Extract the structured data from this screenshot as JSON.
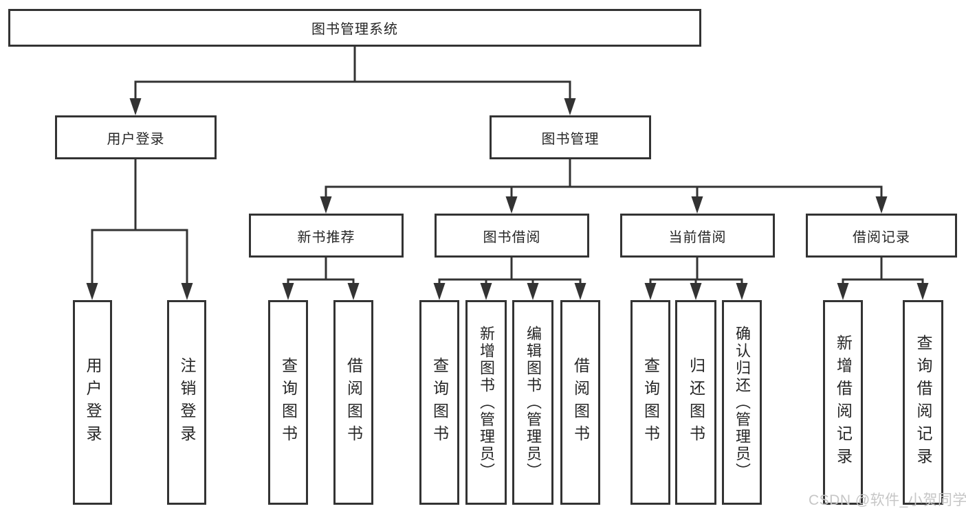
{
  "diagram": {
    "title": "图书管理系统",
    "nodes": {
      "root": {
        "label": "图书管理系统",
        "children": [
          "user_login",
          "book_mgmt"
        ]
      },
      "user_login": {
        "label": "用户登录",
        "children": [
          "ul_user_login",
          "ul_logout"
        ]
      },
      "book_mgmt": {
        "label": "图书管理",
        "children": [
          "new_book_rec",
          "book_borrow",
          "current_borrow",
          "borrow_records"
        ]
      },
      "new_book_rec": {
        "label": "新书推荐",
        "children": [
          "nr_query_book",
          "nr_borrow_book"
        ]
      },
      "book_borrow": {
        "label": "图书借阅",
        "children": [
          "bb_query_book",
          "bb_add_book",
          "bb_edit_book",
          "bb_borrow_book"
        ]
      },
      "current_borrow": {
        "label": "当前借阅",
        "children": [
          "cb_query_book",
          "cb_return_book",
          "cb_confirm_return"
        ]
      },
      "borrow_records": {
        "label": "借阅记录",
        "children": [
          "br_add_record",
          "br_query_record"
        ]
      },
      "ul_user_login": {
        "label": "用户登录"
      },
      "ul_logout": {
        "label": "注销登录"
      },
      "nr_query_book": {
        "label": "查询图书"
      },
      "nr_borrow_book": {
        "label": "借阅图书"
      },
      "bb_query_book": {
        "label": "查询图书"
      },
      "bb_add_book": {
        "label": "新增图书（管理员）"
      },
      "bb_edit_book": {
        "label": "编辑图书（管理员）"
      },
      "bb_borrow_book": {
        "label": "借阅图书"
      },
      "cb_query_book": {
        "label": "查询图书"
      },
      "cb_return_book": {
        "label": "归还图书"
      },
      "cb_confirm_return": {
        "label": "确认归还（管理员）"
      },
      "br_add_record": {
        "label": "新增借阅记录"
      },
      "br_query_record": {
        "label": "查询借阅记录"
      }
    },
    "watermark": "CSDN @软件_小贺同学",
    "colors": {
      "line": "#333333",
      "text": "#262626",
      "background": "#ffffff",
      "watermark": "#c6c6c6"
    }
  }
}
